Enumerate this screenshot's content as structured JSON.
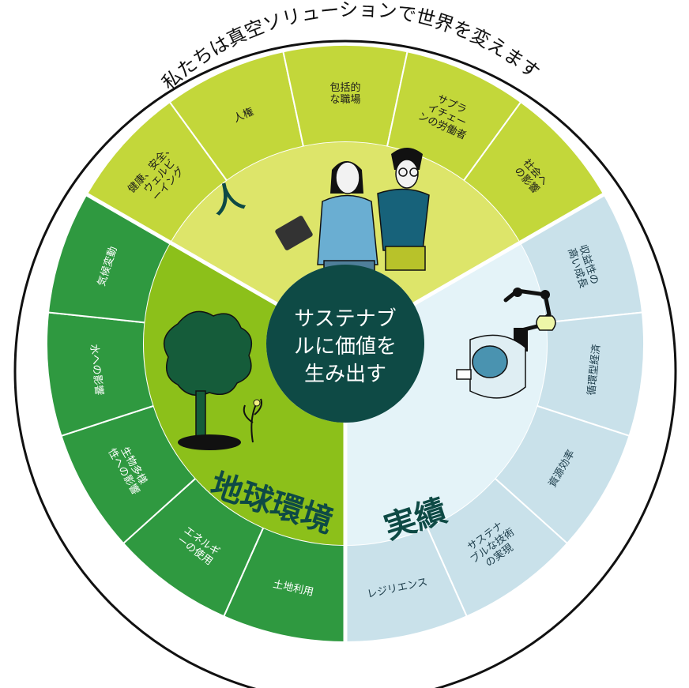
{
  "arc_title": "私たちは真空ソリューションで世界を変えます",
  "center": {
    "lines": [
      "サステナブ",
      "ルに価値を",
      "生み出す"
    ]
  },
  "sectors": {
    "people": {
      "label": "人",
      "items": [
        [
          "健康、安全、",
          "ウェルビ",
          "ーイング"
        ],
        [
          "人権"
        ],
        [
          "包括的",
          "な職場"
        ],
        [
          "サプラ",
          "イチェー",
          "ンの労働者"
        ],
        [
          "社会へ",
          "の影響"
        ]
      ]
    },
    "environment": {
      "label": "地球環境",
      "items": [
        [
          "土地利用"
        ],
        [
          "エネルギ",
          "ーの使用"
        ],
        [
          "生物多様",
          "性への影響"
        ],
        [
          "水への影響"
        ],
        [
          "気候変動"
        ]
      ]
    },
    "performance": {
      "label": "実績",
      "items": [
        [
          "収益性の",
          "高い成長"
        ],
        [
          "循環型経済"
        ],
        [
          "資源効率"
        ],
        [
          "サステナ",
          "ブルな技術",
          "の実現"
        ],
        [
          "レジリエンス"
        ]
      ]
    }
  },
  "colors": {
    "people_outer": "#c3d73a",
    "people_inner": "#dde56a",
    "env_outer": "#2f9940",
    "env_inner": "#8cc01a",
    "perf_outer": "#c9e1ea",
    "perf_inner": "#e4f3f8",
    "center": "#0e4a45",
    "outline": "#111111"
  }
}
